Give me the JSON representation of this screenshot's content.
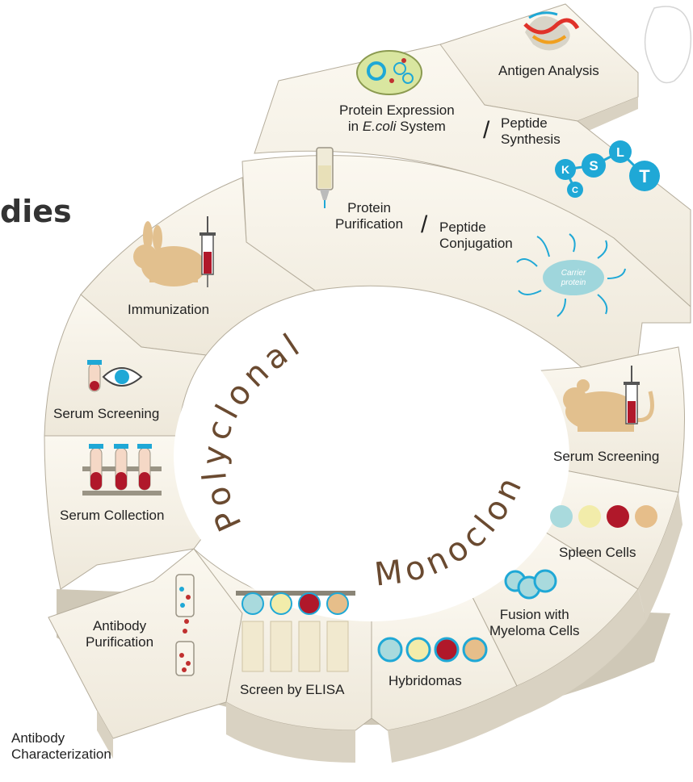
{
  "heading_fragment": "dies",
  "ring_labels": {
    "polyclonal": "Polyclonal",
    "monoclonal": "Monoclonal"
  },
  "steps": {
    "antigen_analysis": "Antigen Analysis",
    "protein_expression_line1": "Protein Expression",
    "protein_expression_line2_pre": "in ",
    "protein_expression_line2_em": "E.coli",
    "protein_expression_line2_post": " System",
    "peptide_synthesis_line1": "Peptide",
    "peptide_synthesis_line2": "Synthesis",
    "protein_purification_line1": "Protein",
    "protein_purification_line2": "Purification",
    "peptide_conjugation_line1": "Peptide",
    "peptide_conjugation_line2": "Conjugation",
    "immunization": "Immunization",
    "serum_screening_poly": "Serum Screening",
    "serum_collection": "Serum Collection",
    "antibody_purification_line1": "Antibody",
    "antibody_purification_line2": "Purification",
    "screen_by_elisa": "Screen by ELISA",
    "hybridomas": "Hybridomas",
    "fusion_line1": "Fusion with",
    "fusion_line2": "Myeloma Cells",
    "spleen_cells": "Spleen Cells",
    "serum_screening_mono": "Serum Screening",
    "antibody_characterization_line1": "Antibody",
    "antibody_characterization_line2": "Characterization"
  },
  "separator": "/",
  "peptide_letters": [
    "K",
    "S",
    "L",
    "T",
    "C"
  ],
  "carrier_text": [
    "Carrier",
    "protein"
  ],
  "colors": {
    "segment_fill": "#f6f2e8",
    "segment_side": "#d9d2c2",
    "segment_edge": "#b5ad9c",
    "animal": "#e2c08e",
    "cyan": "#1fa8d6",
    "blood": "#b0182a",
    "cell_cyan": "#a9dadd",
    "cell_yellow": "#f2ecaa",
    "cell_red": "#b0182a",
    "cell_tan": "#e6be8a",
    "arc_text": "#6a4a30"
  }
}
